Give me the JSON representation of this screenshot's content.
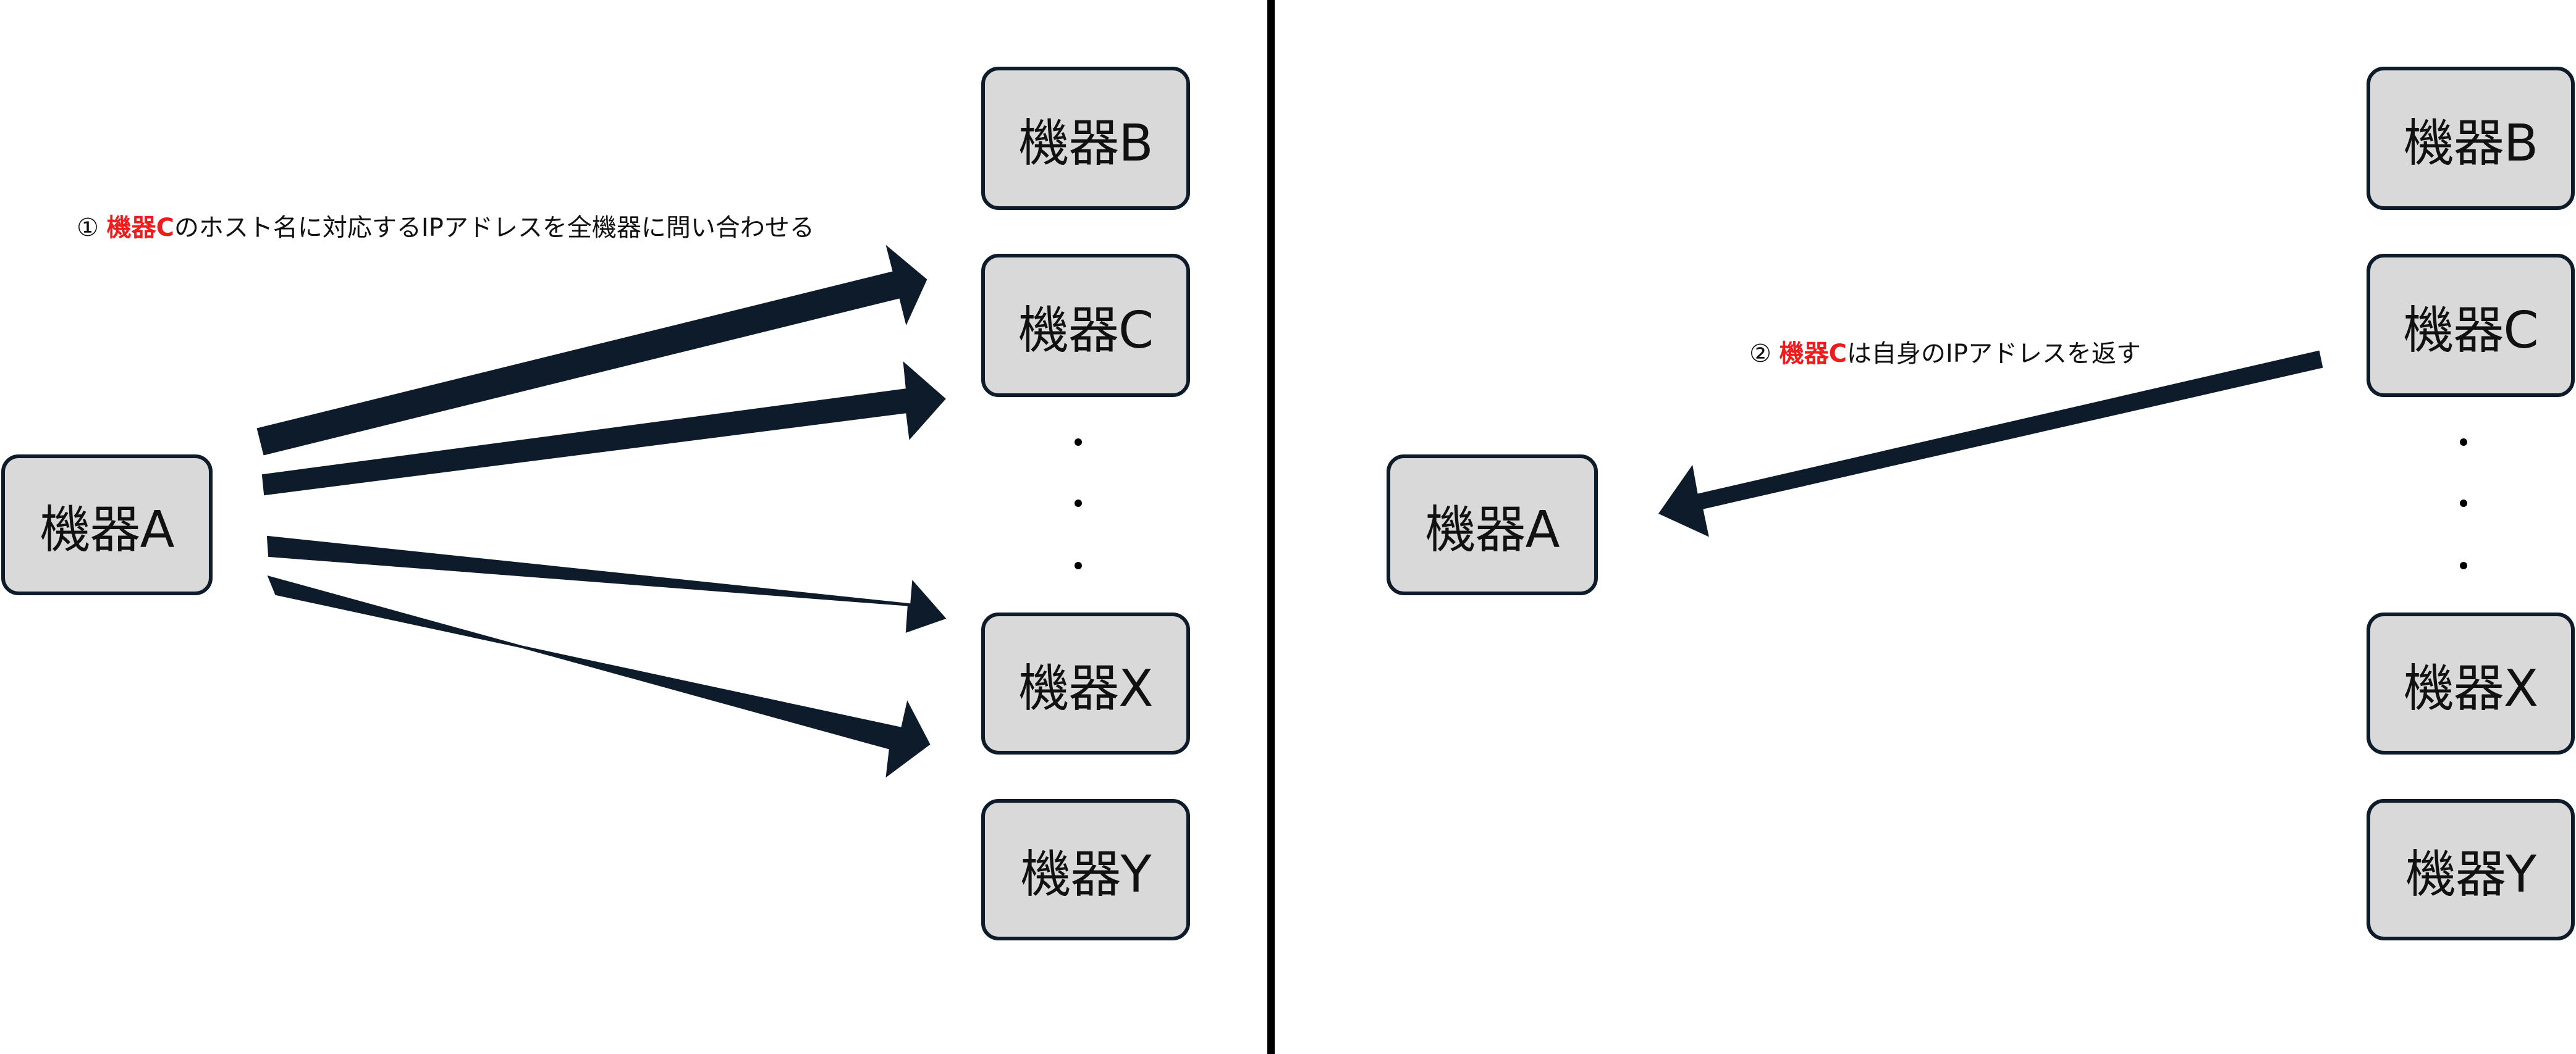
{
  "left_panel": {
    "source": "機器A",
    "targets": [
      "機器B",
      "機器C",
      "機器X",
      "機器Y"
    ],
    "caption": {
      "marker": "①",
      "highlight": "機器C",
      "rest": "のホスト名に対応するIPアドレスを全機器に問い合わせる"
    }
  },
  "right_panel": {
    "source": "機器A",
    "targets": [
      "機器B",
      "機器C",
      "機器X",
      "機器Y"
    ],
    "caption": {
      "marker": "②",
      "highlight": "機器C",
      "rest": "は自身のIPアドレスを返す"
    }
  },
  "colors": {
    "highlight": "#ee1c1c",
    "node_fill": "#d9d9d9",
    "node_border": "#0d1b2a",
    "arrow": "#0d1b2a"
  }
}
